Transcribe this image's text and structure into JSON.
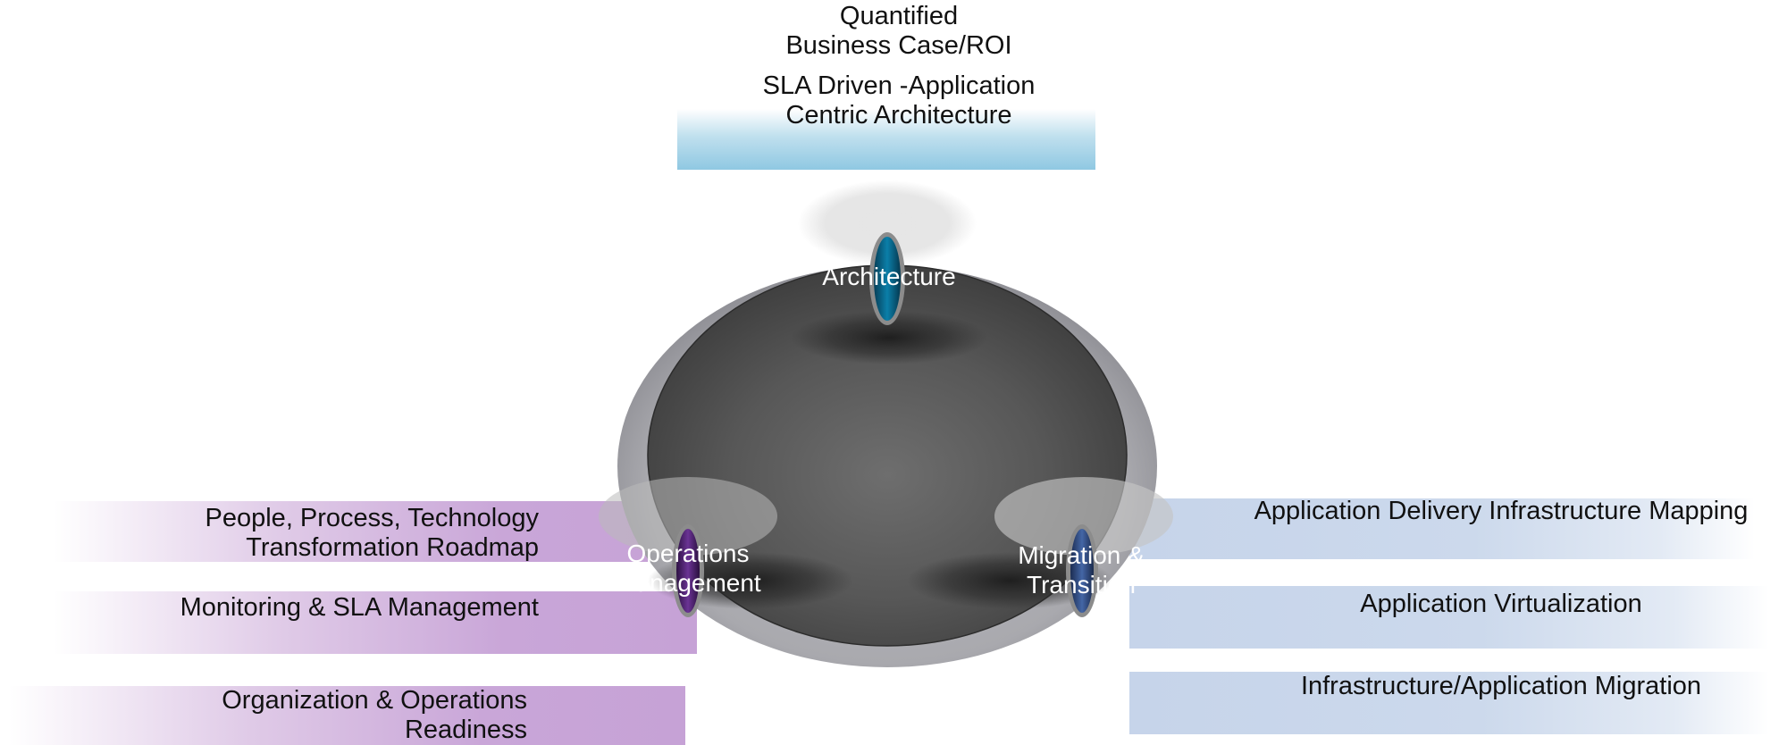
{
  "top": {
    "items": [
      "Quantified\nBusiness Case/ROI",
      "SLA Driven -Application\nCentric Architecture"
    ]
  },
  "nodes": {
    "architecture": "Architecture",
    "operations": "Operations\nManagement",
    "migration": "Migration &\nTransition"
  },
  "left": {
    "items": [
      "People, Process, Technology\nTransformation Roadmap",
      "Monitoring & SLA Management",
      "Organization & Operations\nReadiness"
    ]
  },
  "right": {
    "items": [
      "Application Delivery Infrastructure Mapping",
      "Application Virtualization",
      "Infrastructure/Application Migration"
    ]
  },
  "colors": {
    "architecture_node": "#0a6f95",
    "operations_node": "#5e2a84",
    "migration_node": "#3a5a96",
    "top_bar": "#8fc8e2",
    "left_bar": "#c9a6d8",
    "right_bar": "#ccd9ec"
  }
}
